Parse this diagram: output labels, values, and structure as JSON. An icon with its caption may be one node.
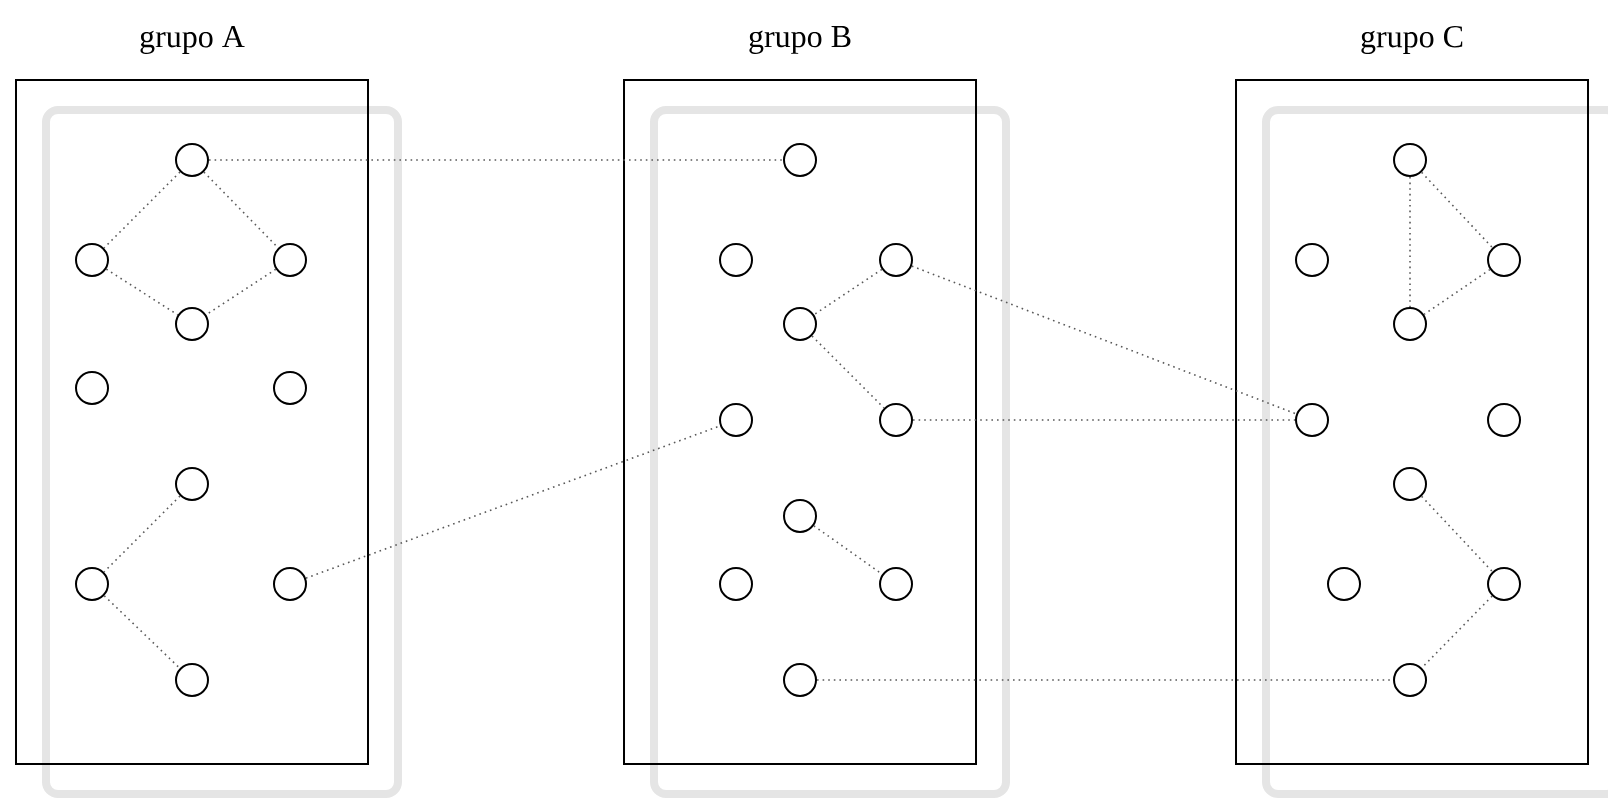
{
  "diagram": {
    "nodes": [
      {
        "text": [
          "grupo A"
        ]
      },
      {
        "text": [],
        "shape": "circle",
        "in": 0
      },
      {
        "text": [],
        "shape": "circle",
        "in": 0
      },
      {
        "text": [],
        "shape": "circle",
        "in": 0
      },
      {
        "text": [],
        "shape": "circle",
        "in": 0
      },
      {
        "text": [],
        "shape": "circle",
        "in": 0
      },
      {
        "text": [],
        "shape": "circle",
        "in": 0
      },
      {
        "text": [],
        "shape": "circle",
        "in": 0
      },
      {
        "text": [],
        "shape": "circle",
        "in": 0
      },
      {
        "text": [],
        "shape": "circle",
        "in": 0
      },
      {
        "text": [],
        "shape": "circle",
        "in": 0
      },
      {
        "text": [
          "grupo B"
        ]
      },
      {
        "text": [],
        "shape": "circle",
        "in": 11
      },
      {
        "text": [],
        "shape": "circle",
        "in": 11
      },
      {
        "text": [],
        "shape": "circle",
        "in": 11
      },
      {
        "text": [],
        "shape": "circle",
        "in": 11
      },
      {
        "text": [],
        "shape": "circle",
        "in": 11
      },
      {
        "text": [],
        "shape": "circle",
        "in": 11
      },
      {
        "text": [],
        "shape": "circle",
        "in": 11
      },
      {
        "text": [],
        "shape": "circle",
        "in": 11
      },
      {
        "text": [],
        "shape": "circle",
        "in": 11
      },
      {
        "text": [],
        "shape": "circle",
        "in": 11
      },
      {
        "text": [
          "grupo C"
        ]
      },
      {
        "text": [],
        "shape": "circle",
        "in": 22
      },
      {
        "text": [],
        "shape": "circle",
        "in": 22
      },
      {
        "text": [],
        "shape": "circle",
        "in": 22
      },
      {
        "text": [],
        "shape": "circle",
        "in": 22
      },
      {
        "text": [],
        "shape": "circle",
        "in": 22
      },
      {
        "text": [],
        "shape": "circle",
        "in": 22
      },
      {
        "text": [],
        "shape": "circle",
        "in": 22
      },
      {
        "text": [],
        "shape": "circle",
        "in": 22
      },
      {
        "text": [],
        "shape": "circle",
        "in": 22
      },
      {
        "text": [],
        "shape": "circle",
        "in": 22
      }
    ],
    "edges": [
      {
        "from": 1,
        "to": 2,
        "arrow": "none"
      },
      {
        "from": 1,
        "to": 3,
        "arrow": "none"
      },
      {
        "from": 2,
        "to": 4,
        "arrow": "none"
      },
      {
        "from": 3,
        "to": 4,
        "arrow": "none"
      },
      {
        "from": 7,
        "to": 8,
        "arrow": "none"
      },
      {
        "from": 8,
        "to": 10,
        "arrow": "none"
      },
      {
        "from": 1,
        "to": 12,
        "arrow": "none"
      },
      {
        "from": 9,
        "to": 16,
        "arrow": "none"
      },
      {
        "from": 14,
        "to": 15,
        "arrow": "none"
      },
      {
        "from": 15,
        "to": 17,
        "arrow": "none"
      },
      {
        "from": 18,
        "to": 20,
        "arrow": "none"
      },
      {
        "from": 14,
        "to": 27,
        "arrow": "none"
      },
      {
        "from": 17,
        "to": 27,
        "arrow": "none"
      },
      {
        "from": 21,
        "to": 32,
        "arrow": "none"
      },
      {
        "from": 23,
        "to": 26,
        "arrow": "none"
      },
      {
        "from": 23,
        "to": 25,
        "arrow": "none"
      },
      {
        "from": 25,
        "to": 26,
        "arrow": "none"
      },
      {
        "from": 29,
        "to": 31,
        "arrow": "none"
      },
      {
        "from": 31,
        "to": 32,
        "arrow": "none"
      }
    ]
  }
}
